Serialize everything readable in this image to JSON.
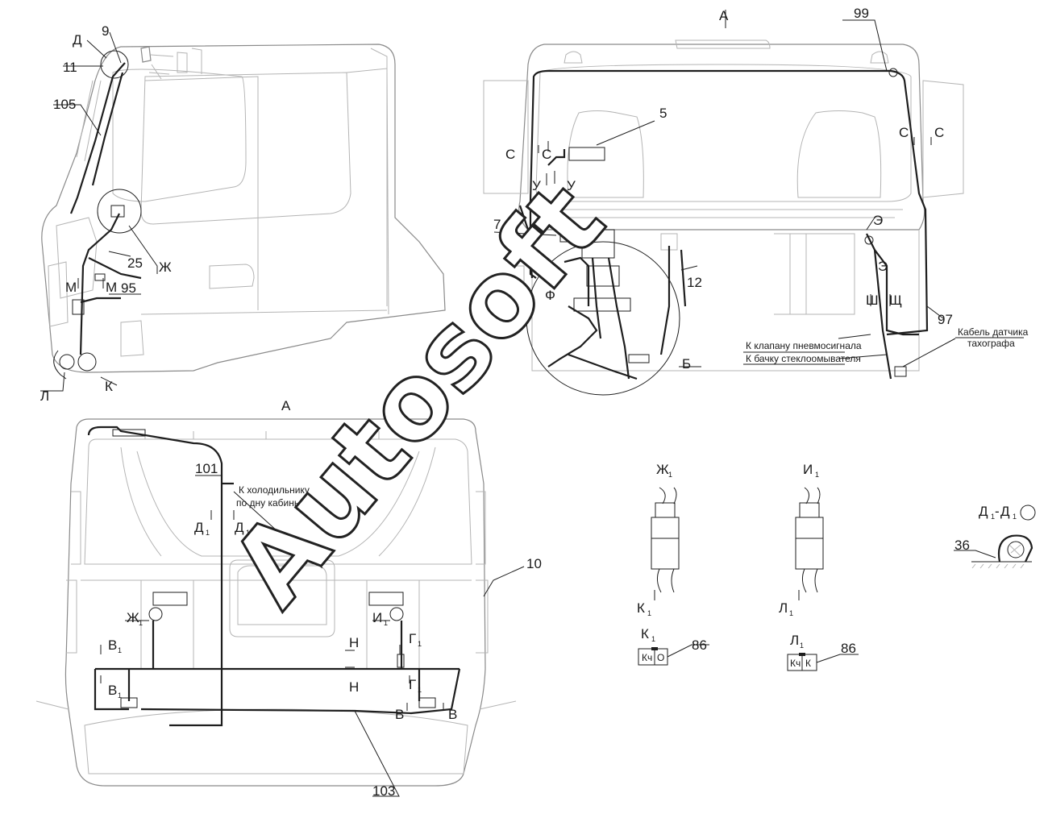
{
  "watermark": "Autosoft",
  "corner_mark": "",
  "views": {
    "side": {
      "labels": {
        "d": "Д",
        "n9": "9",
        "n11": "11",
        "n105": "105",
        "zh": "Ж",
        "n25": "25",
        "m_left": "М",
        "m_right": "М",
        "n95": "95",
        "l": "Л",
        "k": "К"
      }
    },
    "top": {
      "labels": {
        "a_arrow": "А",
        "n99": "99",
        "n5": "5",
        "c1": "С",
        "c2": "С",
        "c3": "С",
        "c4": "С",
        "u1": "У",
        "u2": "У",
        "n7": "7",
        "f": "Ф",
        "n12": "12",
        "b": "Б",
        "e1": "Э",
        "e2": "Э",
        "sh": "Ш",
        "shch": "Щ",
        "n97": "97",
        "note_valve": "К клапану пневмосигнала",
        "note_washer": "К бачку стеклоомывателя",
        "cable_line1": "Кабель датчика",
        "cable_line2": "тахографа"
      }
    },
    "rear": {
      "title": "А",
      "labels": {
        "n101": "101",
        "note_fridge_line1": "К холодильнику",
        "note_fridge_line2": "по дну кабины",
        "d1_left": "Д",
        "d1_right": "Д",
        "sub1": "1",
        "n10": "10",
        "zh1": "Ж",
        "i1": "И",
        "v1_top": "В",
        "v1_bottom": "В",
        "n_top": "Н",
        "n_bottom": "Н",
        "g1_top": "Г",
        "g1_bottom": "Г",
        "v_left": "В",
        "v_right": "В",
        "n103": "103"
      }
    },
    "detail_zh1": {
      "title": "Ж",
      "arrow": "К"
    },
    "detail_i1": {
      "title": "И",
      "arrow": "Л"
    },
    "detail_k1": {
      "title": "К",
      "box_a": "Кч",
      "box_b": "О",
      "ref": "86"
    },
    "detail_l1": {
      "title": "Л",
      "box_a": "Кч",
      "box_b": "К",
      "ref": "86"
    },
    "detail_d1": {
      "title": "Д",
      "sep": "-",
      "title2": "Д",
      "ref": "36"
    }
  }
}
